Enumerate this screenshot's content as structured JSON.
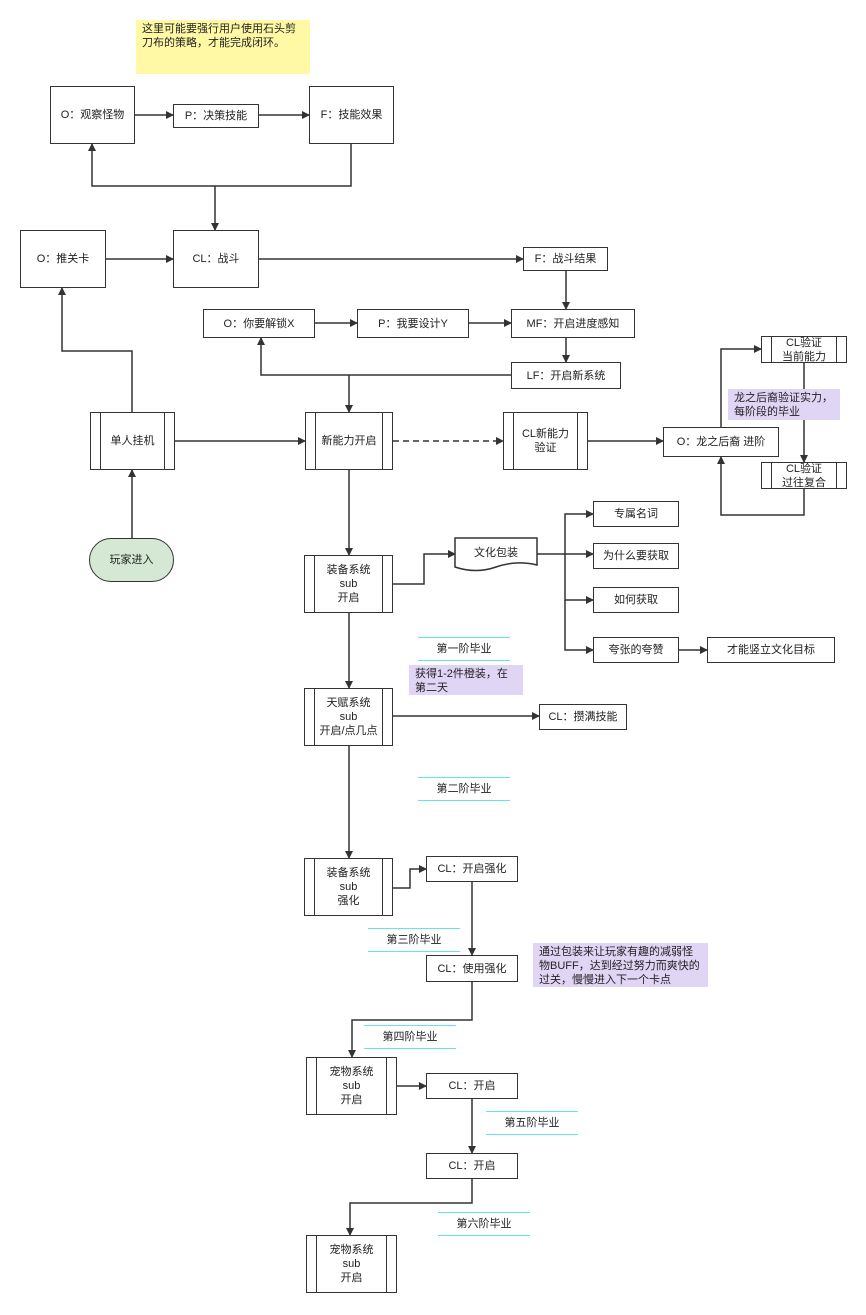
{
  "nodes": {
    "n_observe": "O：观察怪物",
    "n_decide": "P：决策技能",
    "n_effect": "F：技能效果",
    "n_push": "O：推关卡",
    "n_battle": "CL：战斗",
    "n_result": "F：战斗结果",
    "n_unlock": "O：你要解锁X",
    "n_design": "P：我要设计Y",
    "n_progress": "MF：开启进度感知",
    "n_newsys": "LF：开启新系统",
    "n_idle": "单人挂机",
    "n_ability": "新能力开启",
    "n_verify": "CL新能力\n验证",
    "n_dragon": "O：龙之后裔 进阶",
    "n_verify_now": "CL验证\n当前能力",
    "n_verify_past": "CL验证\n过往复合",
    "n_enter": "玩家进入",
    "n_equip": "装备系统\nsub\n开启",
    "n_culture": "文化包装",
    "n_term": "专属名词",
    "n_why": "为什么要获取",
    "n_how": "如何获取",
    "n_praise": "夸张的夸赞",
    "n_goal": "才能竖立文化目标",
    "n_talent": "天赋系统\nsub\n开启/点几点",
    "n_skill": "CL：攒满技能",
    "n_equip2": "装备系统\nsub\n强化",
    "n_enhance": "CL：开启强化",
    "n_use": "CL：使用强化",
    "n_pet1": "宠物系统\nsub\n开启",
    "n_open1": "CL：开启",
    "n_open2": "CL：开启",
    "n_pet2": "宠物系统\nsub\n开启"
  },
  "notes": {
    "note_rps": "这里可能要强行用户使用石头剪\n刀布的策略，才能完成闭环。",
    "note_dragon": "龙之后裔验证实力，\n每阶段的毕业",
    "note_orange": "获得1-2件橙装，在\n第二天",
    "note_buff": "通过包装来让玩家有趣的减弱怪\n物BUFF，达到经过努力而爽快的\n过关，慢慢进入下一个卡点"
  },
  "stages": {
    "s1": "第一阶毕业",
    "s2": "第二阶毕业",
    "s3": "第三阶毕业",
    "s4": "第四阶毕业",
    "s5": "第五阶毕业",
    "s6": "第六阶毕业"
  },
  "colors": {
    "note_yellow": "#fff9a6",
    "note_purple": "#e1d5f5",
    "terminal_green": "#d5e8d4",
    "stage_line": "#66e5e5"
  }
}
